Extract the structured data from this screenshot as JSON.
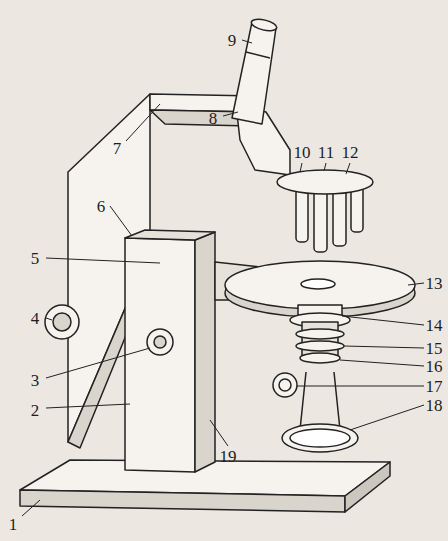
{
  "diagram": {
    "labels": [
      "9",
      "8",
      "7",
      "10",
      "11",
      "12",
      "6",
      "5",
      "13",
      "4",
      "14",
      "15",
      "3",
      "16",
      "17",
      "2",
      "18",
      "19",
      "1"
    ]
  }
}
